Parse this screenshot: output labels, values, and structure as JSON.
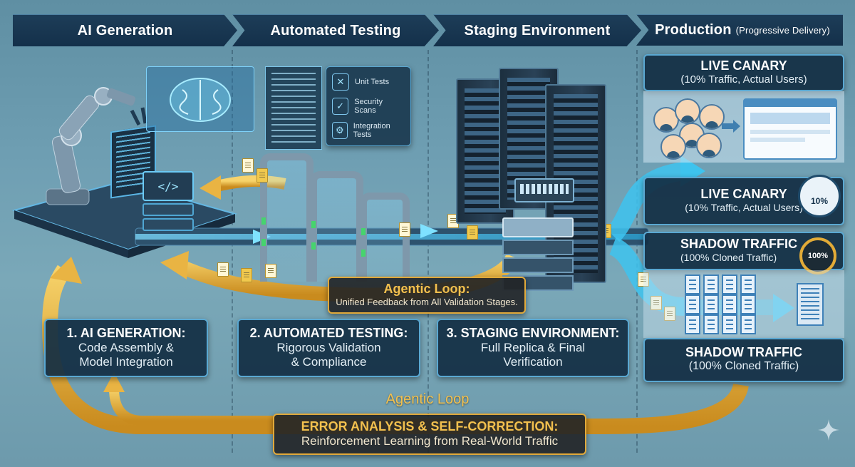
{
  "stages": [
    {
      "label": "AI Generation",
      "sub": ""
    },
    {
      "label": "Automated Testing",
      "sub": ""
    },
    {
      "label": "Staging Environment",
      "sub": ""
    },
    {
      "label": "Production",
      "sub": "(Progressive Delivery)"
    }
  ],
  "test_list": [
    "Unit Tests",
    "Security Scans",
    "Integration Tests"
  ],
  "gen_symbol": "</>",
  "stage_boxes": [
    {
      "title": "1. AI GENERATION:",
      "line1": "Code Assembly &",
      "line2": "Model Integration"
    },
    {
      "title": "2. AUTOMATED TESTING:",
      "line1": "Rigorous Validation",
      "line2": "& Compliance"
    },
    {
      "title": "3. STAGING ENVIRONMENT:",
      "line1": "Full Replica & Final",
      "line2": "Verification"
    }
  ],
  "inner_loop": {
    "title": "Agentic Loop:",
    "text": "Unified Feedback from All Validation Stages."
  },
  "outer_loop": {
    "label": "Agentic Loop",
    "title": "ERROR ANALYSIS & SELF-CORRECTION:",
    "text": "Reinforcement Learning from Real-World Traffic"
  },
  "canary_top": {
    "title": "LIVE CANARY",
    "text": "(10% Traffic, Actual Users)"
  },
  "canary_bottom": {
    "title": "LIVE CANARY",
    "text": "(10% Traffic, Actual Users)",
    "gauge": "10%"
  },
  "shadow_top": {
    "title": "SHADOW TRAFFIC",
    "text": "(100% Cloned Traffic)",
    "gauge": "100%"
  },
  "shadow_bottom": {
    "title": "SHADOW TRAFFIC",
    "text": "(100% Cloned Traffic)"
  },
  "colors": {
    "header": "#14304a",
    "panel": "#132e44",
    "accent": "#5aa8d2",
    "loop_gold": "#e1a93a",
    "flow_cyan": "#3ec3ee"
  },
  "icons": [
    "robot-arm-icon",
    "brain-icon",
    "wrench-icon",
    "shield-check-icon",
    "gear-icon",
    "server-rack-icon",
    "network-switch-icon",
    "gauge-icon",
    "user-avatar-icon",
    "browser-window-icon",
    "document-icon",
    "sparkle-icon"
  ]
}
